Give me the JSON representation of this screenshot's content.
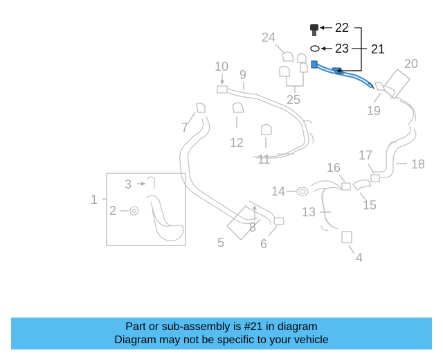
{
  "callouts": {
    "c1": "1",
    "c2": "2",
    "c3": "3",
    "c4": "4",
    "c5": "5",
    "c6": "6",
    "c7": "7",
    "c8": "8",
    "c9": "9",
    "c10": "10",
    "c11": "11",
    "c12": "12",
    "c13": "13",
    "c14": "14",
    "c15": "15",
    "c16": "16",
    "c17": "17",
    "c18": "18",
    "c19": "19",
    "c20": "20",
    "c21": "21",
    "c22": "22",
    "c23": "23",
    "c24": "24",
    "c25": "25"
  },
  "highlight_color": "#3f8fd2",
  "banner": {
    "line1": "Part or sub-assembly is #21 in diagram",
    "line2": "Diagram may not be specific to your vehicle",
    "background": "#55bdf2"
  }
}
